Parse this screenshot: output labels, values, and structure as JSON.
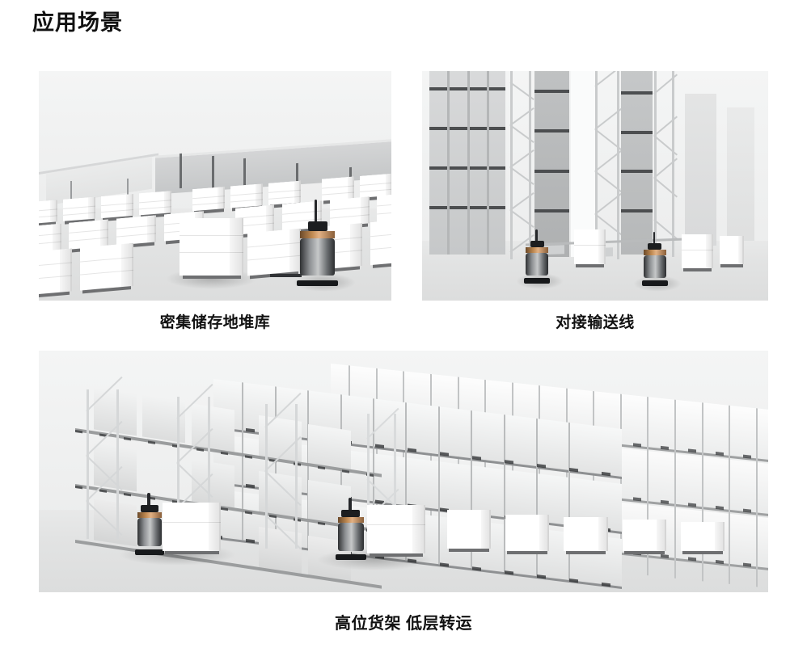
{
  "page": {
    "title": "应用场景",
    "background_color": "#ffffff",
    "text_color": "#111111"
  },
  "figures": [
    {
      "id": "dense-storage-floor-stacking",
      "caption": "密集储存地堆库",
      "alt": "灰白色3D渲染图：密集地堆仓库内成排码垛的白色托盘货物与一台自主移动叉车机器人",
      "background_color": "#f1f2f2"
    },
    {
      "id": "conveyor-line-docking",
      "caption": "对接输送线",
      "alt": "灰白色3D渲染图：高位立体货架旁两台自主移动叉车机器人对接输送线",
      "background_color": "#f1f2f2"
    },
    {
      "id": "high-rack-low-level-transfer",
      "caption": "高位货架 低层转运",
      "alt": "灰白色3D渲染图：多层高位货架仓库中两台自主移动叉车机器人进行低层转运",
      "background_color": "#f1f2f2"
    }
  ],
  "palette": {
    "image_backdrop": "#f1f2f2",
    "floor": "#e2e3e3",
    "pallet_white": "#ffffff",
    "rack_gray": "#c9cbcc",
    "robot_dark": "#2b2d2f",
    "robot_copper": "#c08a52"
  }
}
